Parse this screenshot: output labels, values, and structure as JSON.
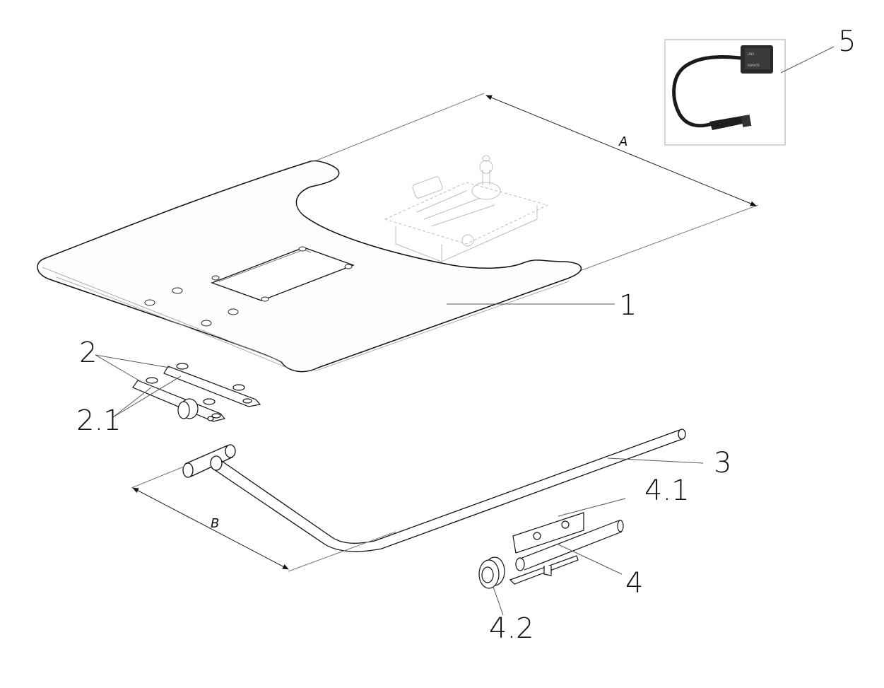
{
  "labels": {
    "part_1": "1",
    "part_2": "2",
    "part_2_1": "2.1",
    "part_3": "3",
    "part_4": "4",
    "part_4_1": "4.1",
    "part_4_2": "4.2",
    "part_5": "5"
  },
  "dimensions": {
    "a": "A",
    "b": "B"
  },
  "device_text": {
    "line1": "LiNX",
    "line2": "REMOTE"
  }
}
